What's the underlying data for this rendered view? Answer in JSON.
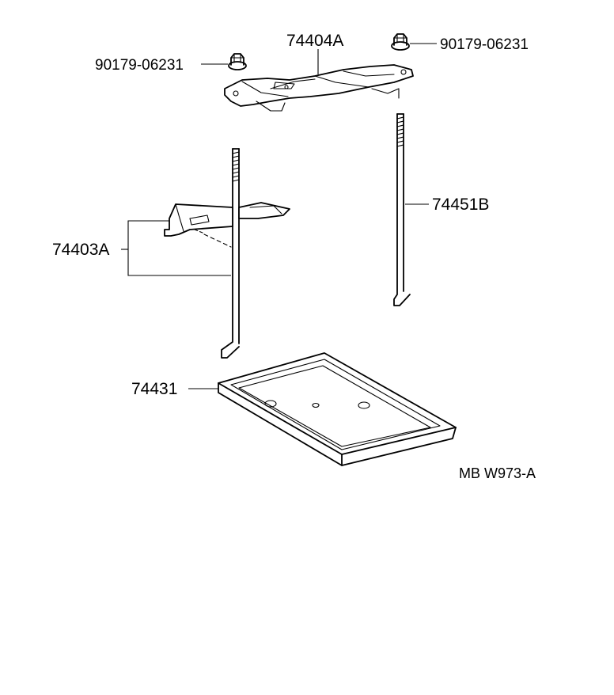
{
  "parts": {
    "nut_left": "90179-06231",
    "nut_right": "90179-06231",
    "clamp": "74404A",
    "rod_right": "74451B",
    "bracket": "74403A",
    "tray": "74431"
  },
  "figure_code": "MB W973-A"
}
